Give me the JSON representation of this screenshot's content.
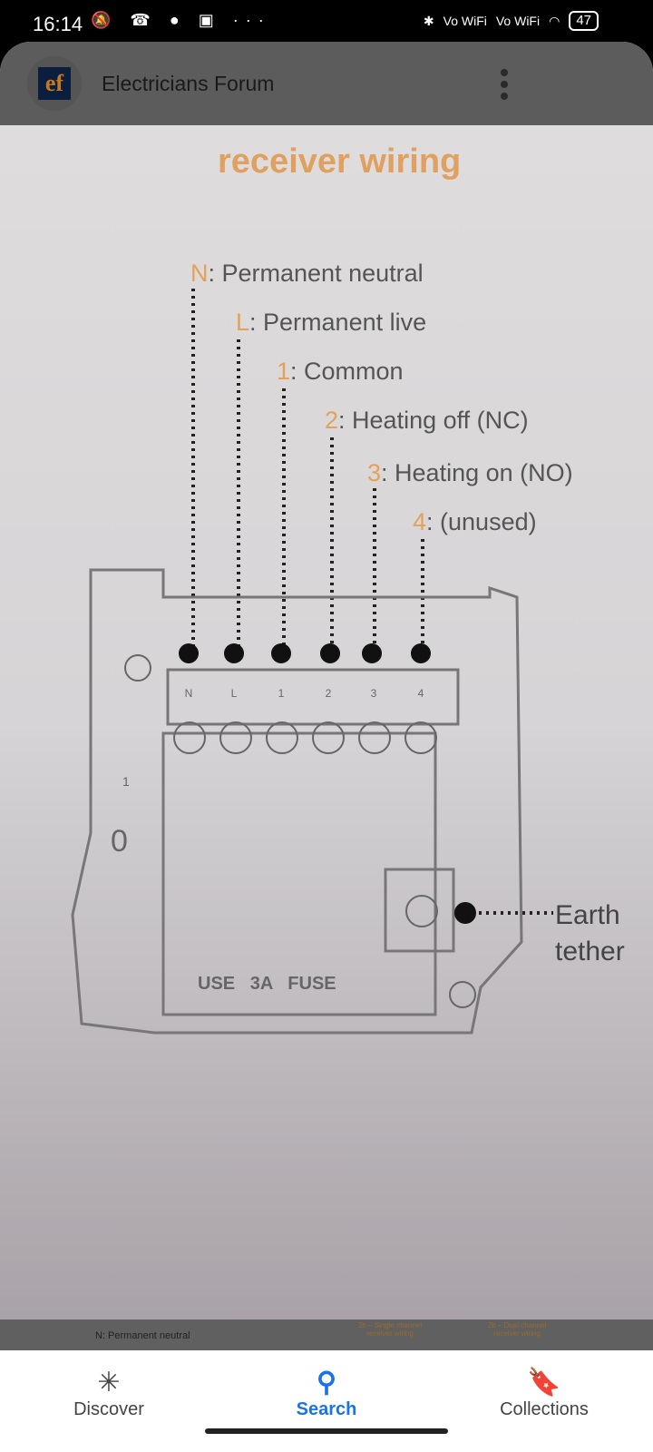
{
  "status": {
    "time": "16:14",
    "left_icons": "🔕 ☎ ● ▣ ···",
    "bluetooth": "✱",
    "signal1": "Vo WiFi",
    "signal2": "Vo WiFi",
    "wifi": "wifi-icon",
    "battery": "47"
  },
  "header": {
    "logo": "ef",
    "title": "Electricians Forum"
  },
  "photo": {
    "heading": "receiver wiring",
    "labels": [
      {
        "key": "N",
        "text": ": Permanent neutral"
      },
      {
        "key": "L",
        "text": ": Permanent live"
      },
      {
        "key": "1",
        "text": ": Common"
      },
      {
        "key": "2",
        "text": ": Heating off (NC)"
      },
      {
        "key": "3",
        "text": ": Heating on (NO)"
      },
      {
        "key": "4",
        "text": ": (unused)"
      }
    ],
    "terminals": [
      "N",
      "L",
      "1",
      "2",
      "3",
      "4"
    ],
    "earth1": "Earth",
    "earth2": "tether",
    "fuse": "USE   3A   FUSE",
    "switch_on": "1",
    "switch_off": "0"
  },
  "strip": {
    "left": "N: Permanent neutral",
    "mid": "2b – Single channel receiver wiring",
    "right": "2b – Dual channel receiver wiring"
  },
  "nav": [
    {
      "label": "Discover",
      "icon": "✳"
    },
    {
      "label": "Search",
      "icon": "⚲"
    },
    {
      "label": "Collections",
      "icon": "🔖"
    }
  ],
  "colors": {
    "accent": "#1a73e8",
    "orange": "#e3a15a"
  }
}
